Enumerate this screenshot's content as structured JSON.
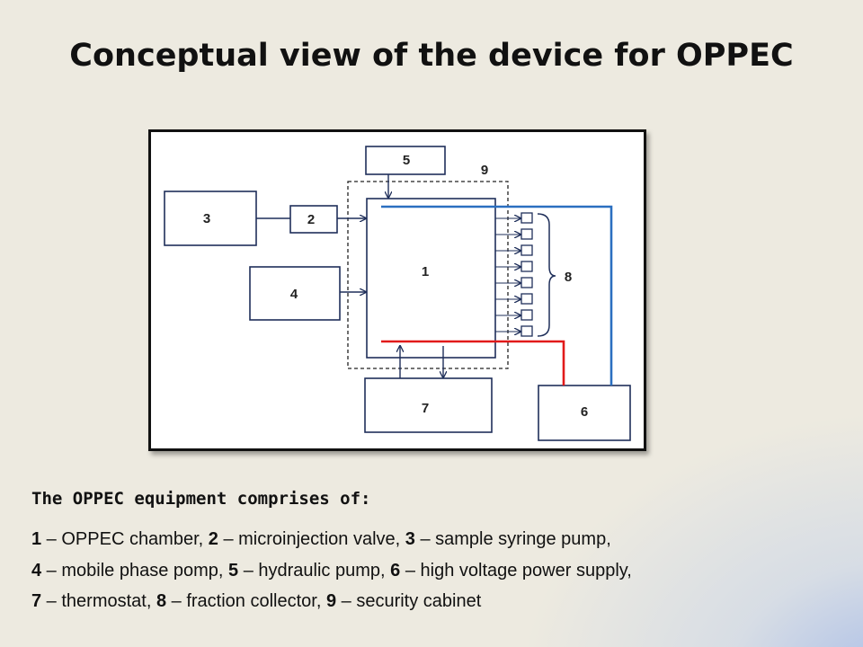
{
  "title": "Conceptual view of the device for OPPEC",
  "diagram": {
    "labels": {
      "b1": "1",
      "b2": "2",
      "b3": "3",
      "b4": "4",
      "b5": "5",
      "b6": "6",
      "b7": "7",
      "b8": "8",
      "b9": "9"
    },
    "colors": {
      "hv_line": "#2b6fc0",
      "thermo_line": "#e11a1a",
      "stroke": "#1f2f5a"
    }
  },
  "caption": {
    "heading": "The OPPEC equipment comprises of:",
    "lines": [
      [
        {
          "n": "1",
          "t": " – OPPEC chamber, "
        },
        {
          "n": "2",
          "t": " – microinjection valve, "
        },
        {
          "n": "3",
          "t": " – sample syringe pump,"
        }
      ],
      [
        {
          "n": "4",
          "t": " – mobile phase pomp, "
        },
        {
          "n": "5",
          "t": " – hydraulic pump, "
        },
        {
          "n": "6",
          "t": " – high voltage power supply,"
        }
      ],
      [
        {
          "n": "7",
          "t": " – thermostat, "
        },
        {
          "n": "8",
          "t": " – fraction collector, "
        },
        {
          "n": "9",
          "t": " – security cabinet"
        }
      ]
    ]
  }
}
